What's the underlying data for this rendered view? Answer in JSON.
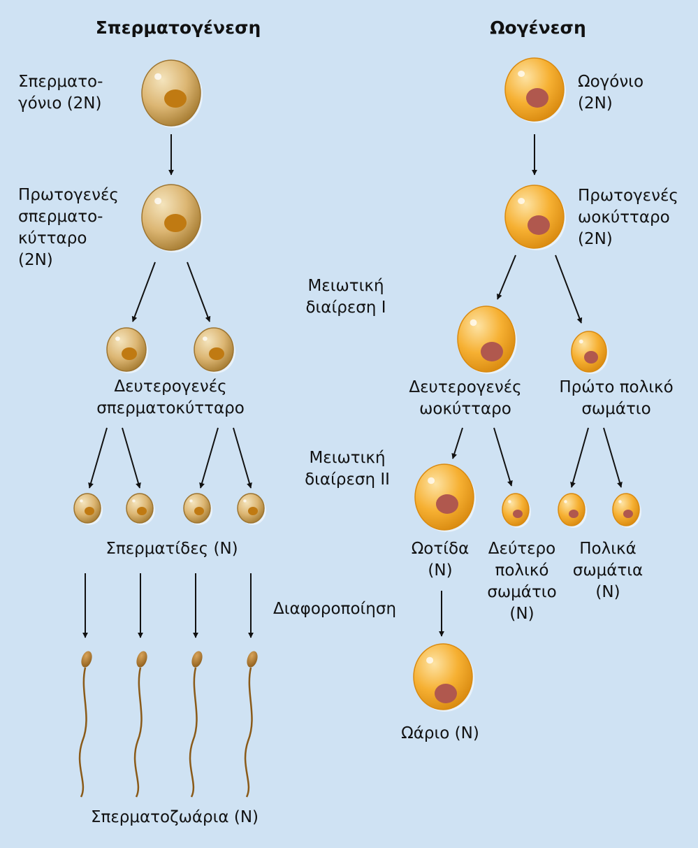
{
  "titles": {
    "spermatogenesis": "Σπερματογένεση",
    "oogenesis": "Ωογένεση"
  },
  "spermatogenesis": {
    "spermatogonium": [
      "Σπερματο-",
      "γόνιο (2N)"
    ],
    "primary_spermatocyte": [
      "Πρωτογενές",
      "σπερματο-",
      "κύτταρο",
      "(2N)"
    ],
    "secondary_spermatocyte": [
      "Δευτερογενές",
      "σπερματοκύτταρο"
    ],
    "spermatids": "Σπερματίδες (N)",
    "spermatozoa": "Σπερματοζωάρια (N)"
  },
  "stages": {
    "meiosis_1": [
      "Μειωτική",
      "διαίρεση I"
    ],
    "meiosis_2": [
      "Μειωτική",
      "διαίρεση II"
    ],
    "differentiation": "Διαφοροποίηση"
  },
  "oogenesis": {
    "oogonium": [
      "Ωογόνιο",
      "(2N)"
    ],
    "primary_oocyte": [
      "Πρωτογενές",
      "ωοκύτταρο",
      "(2N)"
    ],
    "secondary_oocyte": [
      "Δευτερογενές",
      "ωοκύτταρο"
    ],
    "first_polar_body": [
      "Πρώτο πολικό",
      "σωμάτιο"
    ],
    "ootid": [
      "Ωοτίδα",
      "(N)"
    ],
    "second_polar_body": [
      "Δεύτερο",
      "πολικό",
      "σωμάτιο",
      "(N)"
    ],
    "polar_bodies": [
      "Πολικά",
      "σωμάτια",
      "(N)"
    ],
    "ovum": "Ωάριο (N)"
  },
  "colors": {
    "background": "#cfe2f3",
    "sperm_cell": "#d9b46e",
    "sperm_nucleus": "#c07a12",
    "egg_cell": "#f6b132",
    "egg_nucleus": "#b0584e",
    "arrow": "#111111",
    "sperm_tail": "#8a5a18"
  }
}
